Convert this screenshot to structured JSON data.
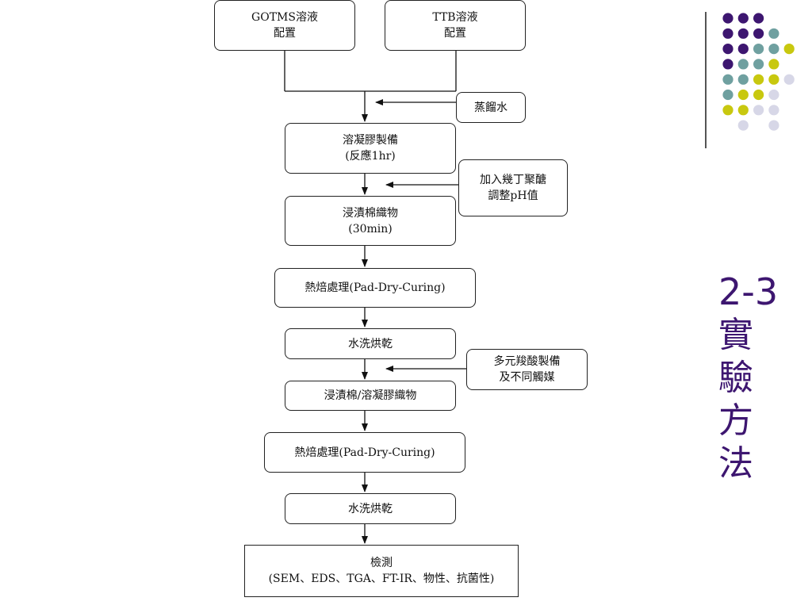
{
  "title": {
    "number": "2-3",
    "text": "實驗方法"
  },
  "colors": {
    "title": "#3d1670",
    "dot_purple": "#3d1670",
    "dot_teal": "#6fa0a0",
    "dot_olive": "#c8c80f",
    "dot_lavender": "#d7d7e7"
  },
  "flowchart": {
    "gotms": "GOTMS溶液\n配置",
    "ttb": "TTB溶液\n配置",
    "water": "蒸餾水",
    "gel": "溶凝膠製備\n(反應1hr)",
    "peg": "加入幾丁聚醣\n調整pH值",
    "soak1": "浸漬棉織物\n(30min)",
    "cure1": "熱焙處理(Pad-Dry-Curing)",
    "wash1": "水洗烘乾",
    "acid": "多元羧酸製備\n及不同觸媒",
    "soak2": "浸漬棉/溶凝膠織物",
    "cure2": "熱焙處理(Pad-Dry-Curing)",
    "wash2": "水洗烘乾",
    "test": "檢測\n(SEM、EDS、TGA、FT-IR、物性、抗菌性)"
  },
  "dot_grid": [
    [
      "purple",
      "purple",
      "purple",
      null,
      null
    ],
    [
      "purple",
      "purple",
      "purple",
      "teal",
      null
    ],
    [
      "purple",
      "purple",
      "teal",
      "teal",
      "olive"
    ],
    [
      "purple",
      "teal",
      "teal",
      "olive",
      null
    ],
    [
      "teal",
      "teal",
      "olive",
      "olive",
      "lavender"
    ],
    [
      "teal",
      "olive",
      "olive",
      "lavender",
      null
    ],
    [
      "olive",
      "olive",
      "lavender",
      "lavender",
      null
    ],
    [
      null,
      "lavender",
      null,
      "lavender",
      null
    ]
  ]
}
